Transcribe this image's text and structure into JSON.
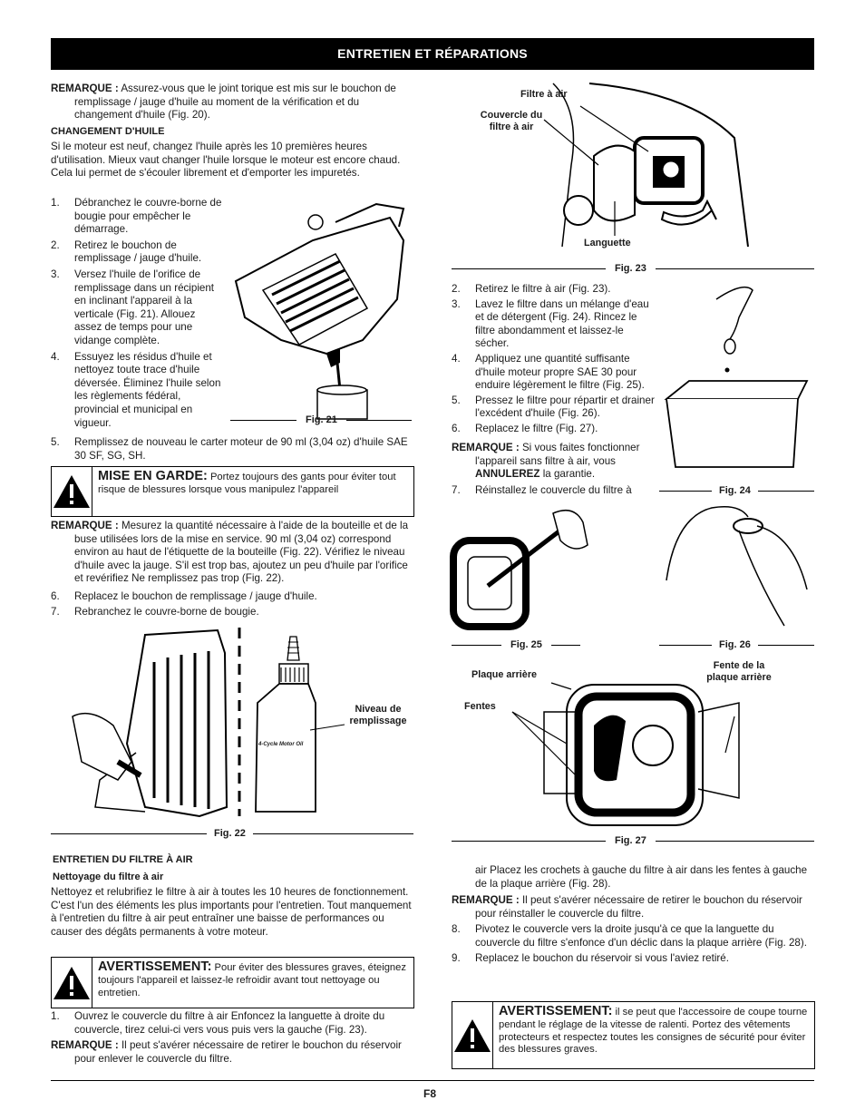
{
  "header": {
    "title": "ENTRETIEN ET RÉPARATIONS"
  },
  "left": {
    "note1": {
      "label": "REMARQUE :",
      "text": "Assurez-vous que le joint torique est mis sur le bouchon de remplissage / jauge d'huile au moment de la vérification et du changement d'huile (Fig. 20)."
    },
    "oil_change_title": "CHANGEMENT D'HUILE",
    "oil_change_intro": "Si le moteur est neuf, changez l'huile après les 10 premières heures d'utilisation. Mieux vaut changer l'huile lorsque le moteur est encore chaud. Cela lui permet de s'écouler librement et d'emporter les impuretés.",
    "steps_a": [
      {
        "n": "1.",
        "text": "Débranchez le couvre-borne de bougie pour empêcher le démarrage."
      },
      {
        "n": "2.",
        "text": "Retirez le bouchon de remplissage / jauge d'huile."
      },
      {
        "n": "3.",
        "text": "Versez l'huile de l'orifice de remplissage dans un récipient en inclinant l'appareil à la verticale (Fig. 21). Allouez assez de temps pour une vidange complète."
      },
      {
        "n": "4.",
        "text": "Essuyez les résidus d'huile et nettoyez toute trace d'huile déversée. Éliminez l'huile selon les règlements fédéral, provincial et municipal en vigueur."
      }
    ],
    "step5": {
      "n": "5.",
      "text": "Remplissez de nouveau le carter moteur de 90 ml (3,04 oz) d'huile SAE 30 SF, SG, SH."
    },
    "fig21": "Fig. 21",
    "warn1": {
      "title": "MISE EN GARDE:",
      "text": "Portez toujours des gants pour éviter tout risque de blessures lorsque vous manipulez l'appareil"
    },
    "note2": {
      "label": "REMARQUE :",
      "text": "Mesurez la quantité nécessaire à l'aide de la bouteille et de la buse utilisées lors de la mise en service. 90 ml (3,04 oz) correspond environ au haut de l'étiquette de la bouteille (Fig. 22). Vérifiez le niveau d'huile avec la jauge. S'il est trop bas, ajoutez un peu d'huile par l'orifice et revérifiez Ne remplissez pas trop (Fig. 22)."
    },
    "steps_b": [
      {
        "n": "6.",
        "text": "Replacez le bouchon de remplissage / jauge d'huile."
      },
      {
        "n": "7.",
        "text": "Rebranchez le couvre-borne de bougie."
      }
    ],
    "fig22": "Fig. 22",
    "fill_level": "Niveau de remplissage",
    "bottle_label": "4-Cycle Motor Oil",
    "air_title": "ENTRETIEN DU FILTRE À AIR",
    "air_sub": "Nettoyage du filtre à air",
    "air_text": "Nettoyez et relubrifiez le filtre à air à toutes les 10 heures de fonctionnement. C'est l'un des éléments les plus importants pour l'entretien. Tout manquement à l'entretien du filtre à air peut entraîner une baisse de performances ou causer des dégâts permanents à votre moteur.",
    "warn2": {
      "title": "AVERTISSEMENT:",
      "text": "Pour éviter des blessures graves, éteignez toujours l'appareil et laissez-le refroidir avant tout nettoyage ou entretien."
    },
    "step_air1": {
      "n": "1.",
      "text": "Ouvrez le couvercle du filtre à air Enfoncez la languette à droite du couvercle, tirez celui-ci vers vous puis vers la gauche (Fig. 23)."
    },
    "note3": {
      "label": "REMARQUE :",
      "text": "Il peut s'avérer nécessaire de retirer le bouchon du réservoir pour enlever le couvercle du filtre."
    }
  },
  "right": {
    "fig23": {
      "cap": "Fig. 23",
      "filter": "Filtre à air",
      "cover": "Couvercle du filtre à air",
      "tab": "Languette"
    },
    "steps_c": [
      {
        "n": "2.",
        "text": "Retirez le filtre à air (Fig. 23)."
      },
      {
        "n": "3.",
        "text": "Lavez le filtre dans un mélange d'eau et de détergent (Fig. 24). Rincez le filtre abondamment et laissez-le sécher."
      },
      {
        "n": "4.",
        "text": "Appliquez une quantité suffisante d'huile moteur propre SAE 30 pour enduire légèrement le filtre (Fig. 25)."
      },
      {
        "n": "5.",
        "text": "Pressez le filtre pour répartir et drainer l'excédent d'huile (Fig. 26)."
      },
      {
        "n": "6.",
        "text": "Replacez le filtre (Fig. 27)."
      }
    ],
    "note4": {
      "label": "REMARQUE :",
      "text_a": "Si vous faites fonctionner l'appareil sans filtre à air, vous",
      "bold": "ANNULEREZ",
      "text_b": "la garantie."
    },
    "step7": {
      "n": "7.",
      "text": "Réinstallez le couvercle du filtre à"
    },
    "fig24": "Fig. 24",
    "fig25": "Fig. 25",
    "fig26": "Fig. 26",
    "fig27": {
      "cap": "Fig. 27",
      "back": "Plaque arrière",
      "slot": "Fente de la plaque arrière",
      "slots": "Fentes"
    },
    "cont7": "air Placez les crochets à gauche du filtre à air dans les fentes à gauche de la plaque arrière (Fig. 28).",
    "note5": {
      "label": "REMARQUE :",
      "text": "Il peut s'avérer nécessaire de retirer le bouchon du réservoir pour réinstaller le couvercle du filtre."
    },
    "steps_d": [
      {
        "n": "8.",
        "text": "Pivotez le couvercle vers la droite jusqu'à ce que la languette du couvercle du filtre s'enfonce d'un déclic dans la plaque arrière (Fig. 28)."
      },
      {
        "n": "9.",
        "text": "Replacez le bouchon du réservoir si vous l'aviez retiré."
      }
    ],
    "warn3": {
      "title": "AVERTISSEMENT:",
      "text": "il se peut que l'accessoire de coupe tourne pendant le réglage de la vitesse de ralenti. Portez des vêtements protecteurs et respectez toutes les consignes de sécurité pour éviter des blessures graves."
    }
  },
  "footer": {
    "page": "F8"
  }
}
